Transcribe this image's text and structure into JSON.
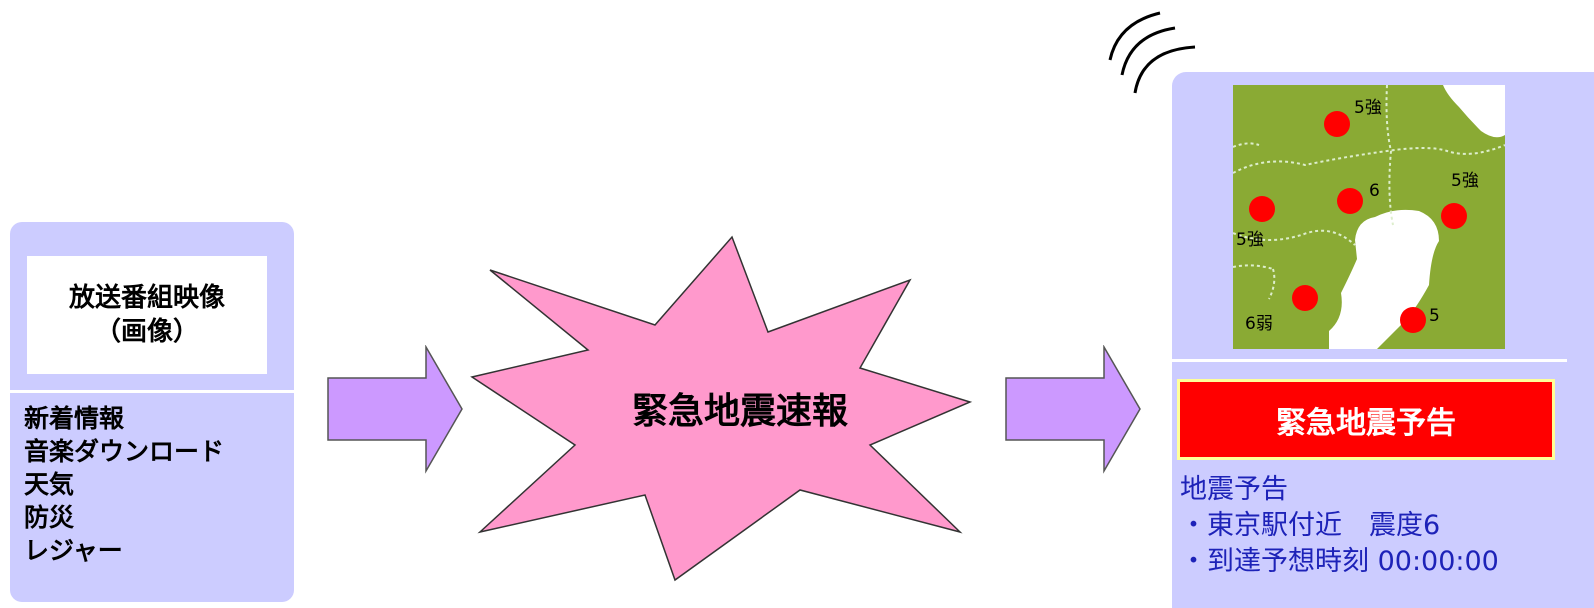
{
  "left_phone": {
    "screen_lines": [
      "放送番組映像",
      "（画像）"
    ],
    "menu_items": [
      "新着情報",
      "音楽ダウンロード",
      "天気",
      "防災",
      "レジャー"
    ]
  },
  "center": {
    "burst_label": "緊急地震速報"
  },
  "right_phone": {
    "map_markers": [
      {
        "label": "5強"
      },
      {
        "label": "6"
      },
      {
        "label": "5強"
      },
      {
        "label": "5強"
      },
      {
        "label": "6弱"
      },
      {
        "label": "5"
      }
    ],
    "alert_label": "緊急地震予告",
    "forecast_title": "地震予告",
    "forecast_lines": [
      "・東京駅付近　震度6",
      "・到達予想時刻 00:00:00"
    ]
  },
  "colors": {
    "panel": "#ccccff",
    "arrow": "#cc99ff",
    "burst": "#ff99cc",
    "alert": "#ff0000",
    "map_land": "#8aaa34",
    "marker": "#ff0000",
    "forecast_text": "#1d22b8"
  }
}
